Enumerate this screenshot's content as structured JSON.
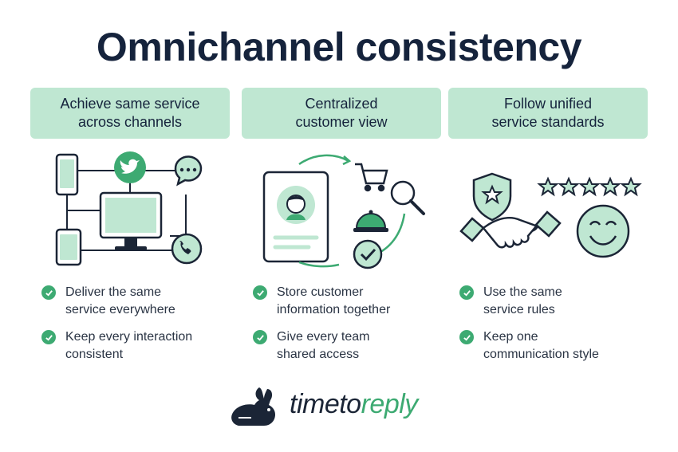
{
  "title": "Omnichannel consistency",
  "columns": [
    {
      "header": "Achieve same service\nacross channels",
      "bullets": [
        "Deliver the same\nservice everywhere",
        "Keep every interaction\nconsistent"
      ]
    },
    {
      "header": "Centralized\ncustomer view",
      "bullets": [
        "Store customer\ninformation together",
        "Give every team\nshared access"
      ]
    },
    {
      "header": "Follow unified\nservice standards",
      "bullets": [
        "Use the same\nservice rules",
        "Keep one\ncommunication style"
      ]
    }
  ],
  "brand": {
    "part1": "timeto",
    "part2": "reply"
  },
  "colors": {
    "accent": "#3daa72",
    "header_bg": "#bfe7d2",
    "icon_fill": "#bfe7d2",
    "dark": "#15233c"
  },
  "icons": [
    "phone-icon",
    "tablet-icon",
    "monitor-icon",
    "twitter-icon",
    "chat-bubble-icon",
    "call-icon",
    "profile-card-icon",
    "shopping-cart-icon",
    "magnifier-icon",
    "service-bell-icon",
    "checkmark-circle-icon",
    "shield-star-icon",
    "handshake-icon",
    "star-rating-icon",
    "smiley-icon",
    "rabbit-logo-icon"
  ]
}
